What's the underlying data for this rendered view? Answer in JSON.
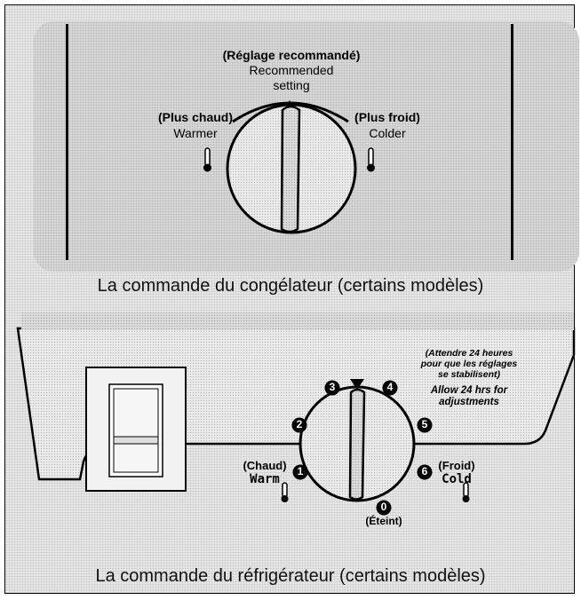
{
  "freezer": {
    "recommended_fr": "(Réglage recommandé)",
    "recommended_en_1": "Recommended",
    "recommended_en_2": "setting",
    "warmer_fr": "(Plus chaud)",
    "warmer_en": "Warmer",
    "colder_fr": "(Plus froid)",
    "colder_en": "Colder",
    "caption": "La commande du congélateur (certains modèles)"
  },
  "refrigerator": {
    "note_fr_1": "(Attendre 24 heures",
    "note_fr_2": "pour que les réglages",
    "note_fr_3": "se stabilisent)",
    "note_en_1": "Allow 24 hrs for",
    "note_en_2": "adjustments",
    "warm_fr": "(Chaud)",
    "warm_en": "Warm",
    "cold_fr": "(Froid)",
    "cold_en": "Cold",
    "off_fr": "(Éteint)",
    "dial_numbers": [
      "0",
      "1",
      "2",
      "3",
      "4",
      "5",
      "6"
    ],
    "caption": "La commande du réfrigérateur (certains modèles)"
  },
  "icons": [
    "thermometer-icon",
    "dial-knob",
    "pointer-triangle-icon"
  ]
}
